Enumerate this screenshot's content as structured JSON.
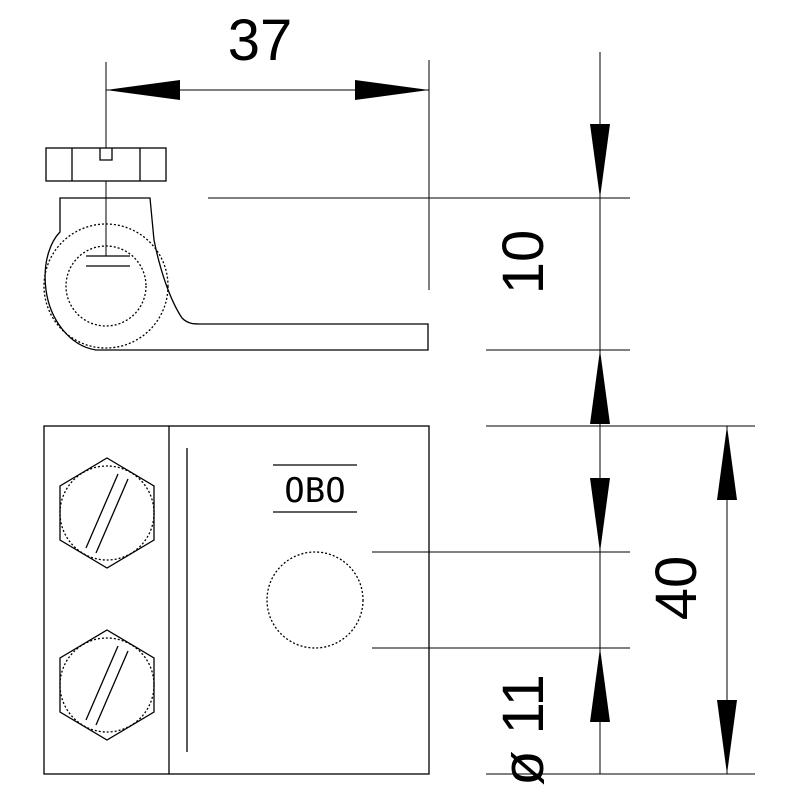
{
  "dimensions": {
    "width": "37",
    "height": "10",
    "length": "40",
    "diameter": "ø 11"
  },
  "logo": {
    "text": "OBO"
  },
  "colors": {
    "line": "#000000",
    "background": "#ffffff"
  }
}
